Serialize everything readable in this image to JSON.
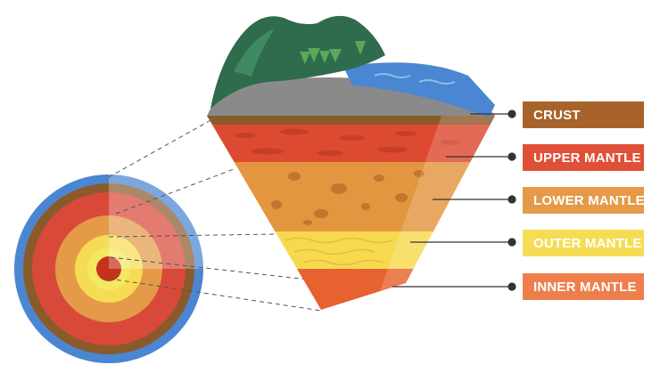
{
  "layers": [
    {
      "id": "crust",
      "label": "CRUST",
      "color": "#a8632a"
    },
    {
      "id": "upper-mantle",
      "label": "UPPER MANTLE",
      "color": "#e04f37"
    },
    {
      "id": "lower-mantle",
      "label": "LOWER MANTLE",
      "color": "#e49a48"
    },
    {
      "id": "outer-mantle",
      "label": "OUTER MANTLE",
      "color": "#f6dc55"
    },
    {
      "id": "inner-mantle",
      "label": "INNER MANTLE",
      "color": "#ee7f4d"
    }
  ],
  "colors": {
    "ocean": "#4a86d1",
    "mountain": "#2f6b4d",
    "rock": "#8a8a8a",
    "leader_line": "#333333"
  }
}
